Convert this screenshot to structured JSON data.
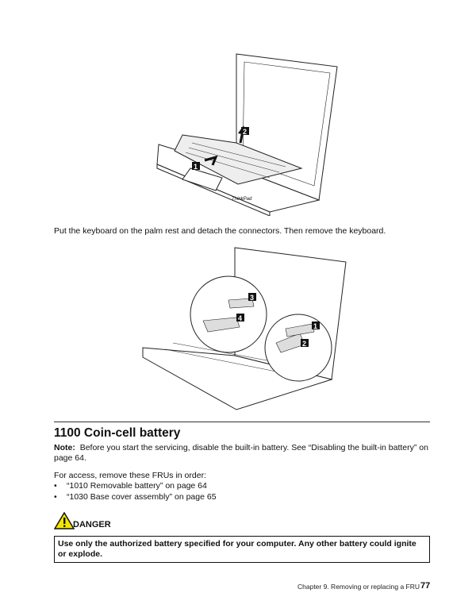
{
  "figure1": {
    "callouts": [
      "1",
      "2"
    ],
    "logo_text": "ThinkPad"
  },
  "caption": "Put the keyboard on the palm rest and detach the connectors. Then remove the keyboard.",
  "figure2": {
    "callouts": [
      "3",
      "4",
      "1",
      "2"
    ]
  },
  "section": {
    "title": "1100 Coin-cell battery",
    "note_label": "Note:",
    "note_text": "Before you start the servicing, disable the built-in battery. See “Disabling the built-in battery” on page 64.",
    "access_intro": "For access, remove these FRUs in order:",
    "bullets": [
      "“1010 Removable battery” on page 64",
      "“1030 Base cover assembly” on page 65"
    ],
    "danger_label": "DANGER",
    "danger_text": "Use only the authorized battery specified for your computer. Any other battery could ignite or explode."
  },
  "footer": {
    "chapter": "Chapter 9.  Removing or replacing a FRU",
    "page": "77"
  },
  "colors": {
    "warning": "#f2e600"
  }
}
